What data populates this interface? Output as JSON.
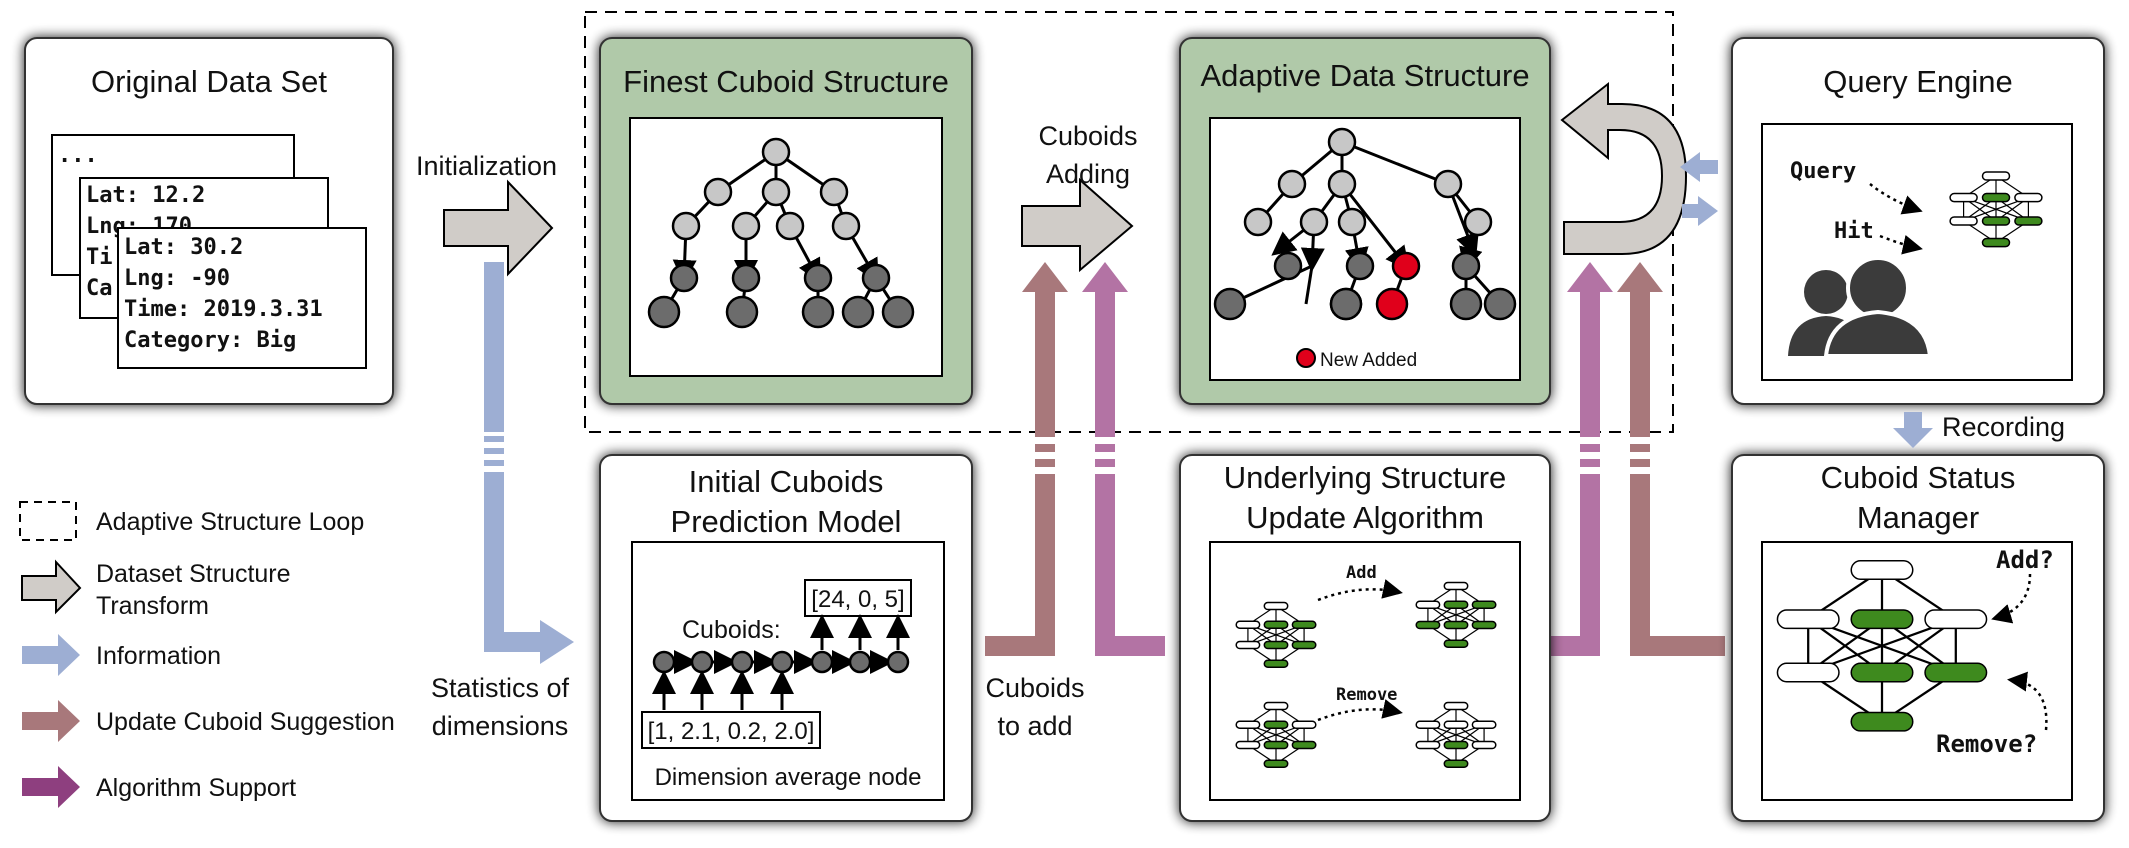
{
  "boxes": {
    "original": "Original Data Set",
    "finest": "Finest Cuboid Structure",
    "adaptive": "Adaptive Data Structure",
    "query": "Query Engine",
    "initial_l1": "Initial Cuboids",
    "initial_l2": "Prediction Model",
    "update_l1": "Underlying Structure",
    "update_l2": "Update Algorithm",
    "status_l1": "Cuboid Status",
    "status_l2": "Manager"
  },
  "records": {
    "dots": "...",
    "r2_lat": "Lat: 12.2",
    "r2_lng": "Lng: 170",
    "r2_ti": "Ti",
    "r2_ca": "Ca",
    "r3_lat": "Lat: 30.2",
    "r3_lng": "Lng: -90",
    "r3_time": "Time: 2019.3.31",
    "r3_cat": "Category: Big"
  },
  "flow": {
    "initialization": "Initialization",
    "cuboids_adding_l1": "Cuboids",
    "cuboids_adding_l2": "Adding",
    "stats_l1": "Statistics of",
    "stats_l2": "dimensions",
    "to_add_l1": "Cuboids",
    "to_add_l2": "to add",
    "recording": "Recording"
  },
  "inner": {
    "new_added": "New Added",
    "query": "Query",
    "hit": "Hit",
    "cuboids": "Cuboids:",
    "vec_top": "[24, 0, 5]",
    "vec_bottom": "[1, 2.1, 0.2, 2.0]",
    "dim_avg": "Dimension average node",
    "add": "Add",
    "remove": "Remove",
    "add_q": "Add?",
    "remove_q": "Remove?"
  },
  "legend": {
    "loop": "Adaptive Structure Loop",
    "transform_l1": "Dataset Structure",
    "transform_l2": "Transform",
    "information": "Information",
    "update_suggestion": "Update Cuboid Suggestion",
    "algorithm_support": "Algorithm Support"
  },
  "colors": {
    "green_panel": "#b0c9a9",
    "info_blue": "#9daed3",
    "update_brown": "#a8787b",
    "algo_purple": "#b373a4",
    "node_light": "#c7c7c7",
    "node_dark": "#6c6c6c",
    "node_new": "#e0001b",
    "green_node": "#3e8a1e"
  }
}
